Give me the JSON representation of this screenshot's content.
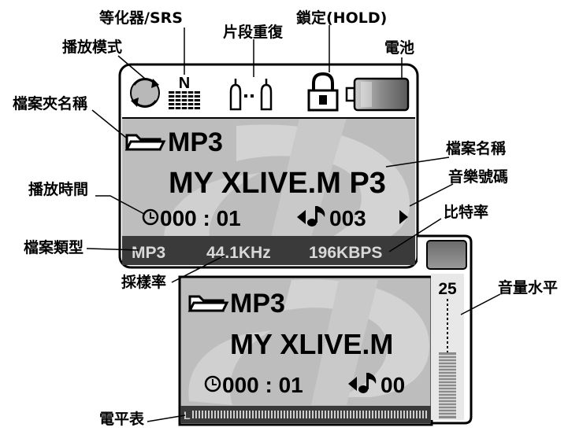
{
  "callouts": {
    "eq_srs": "等化器/SRS",
    "segment_repeat": "片段重復",
    "hold": "鎖定(HOLD)",
    "play_mode": "播放模式",
    "battery": "電池",
    "folder_name": "檔案夾名稱",
    "file_name": "檔案名稱",
    "track_number": "音樂號碼",
    "play_time": "播放時間",
    "bitrate": "比特率",
    "file_type": "檔案類型",
    "sample_rate": "採樣率",
    "volume_level": "音量水平",
    "level_meter": "電平表"
  },
  "main_screen": {
    "eq_mode": "N",
    "folder": "MP3",
    "filename": "MY XLIVE.M P3",
    "time": "000 : 01",
    "track": "003",
    "format": "MP3",
    "sample_rate": "44.1KHz",
    "bitrate": "196KBPS"
  },
  "second_screen": {
    "folder": "MP3",
    "filename": "MY XLIVE.M",
    "time": "000 : 01",
    "track": "00",
    "meter_channel": "L",
    "volume": "25"
  },
  "colors": {
    "screen_bg": "#bdbdbd",
    "status_bar": "#3a3a3a",
    "status_text": "#d8d8d8"
  }
}
